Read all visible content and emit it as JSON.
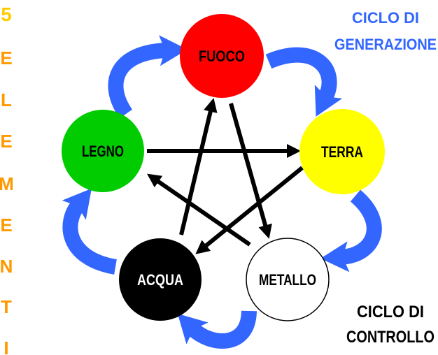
{
  "side_title": {
    "number": "5",
    "letters": [
      "E",
      "L",
      "E",
      "M",
      "E",
      "N",
      "T",
      "I"
    ]
  },
  "generation_title": [
    "CICLO DI",
    "GENERAZIONE"
  ],
  "control_title": [
    "CICLO DI",
    "CONTROLLO"
  ],
  "elements": [
    {
      "id": "fuoco",
      "label": "FUOCO",
      "fill": "#ff0000",
      "text": "#000000"
    },
    {
      "id": "terra",
      "label": "TERRA",
      "fill": "#ffff00",
      "text": "#000000"
    },
    {
      "id": "metallo",
      "label": "METALLO",
      "fill": "#ffffff",
      "text": "#000000"
    },
    {
      "id": "acqua",
      "label": "ACQUA",
      "fill": "#000000",
      "text": "#ffffff"
    },
    {
      "id": "legno",
      "label": "LEGNO",
      "fill": "#00cc00",
      "text": "#000000"
    }
  ],
  "generation_cycle": [
    [
      "legno",
      "fuoco"
    ],
    [
      "fuoco",
      "terra"
    ],
    [
      "terra",
      "metallo"
    ],
    [
      "metallo",
      "acqua"
    ],
    [
      "acqua",
      "legno"
    ]
  ],
  "control_cycle": [
    [
      "legno",
      "terra"
    ],
    [
      "terra",
      "acqua"
    ],
    [
      "acqua",
      "fuoco"
    ],
    [
      "fuoco",
      "metallo"
    ],
    [
      "metallo",
      "legno"
    ]
  ],
  "colors": {
    "number": "#ffcc00",
    "letters": "#ff9900",
    "generation": "#3366ff",
    "generation_dark": "#2d55cc",
    "control": "#000000"
  }
}
